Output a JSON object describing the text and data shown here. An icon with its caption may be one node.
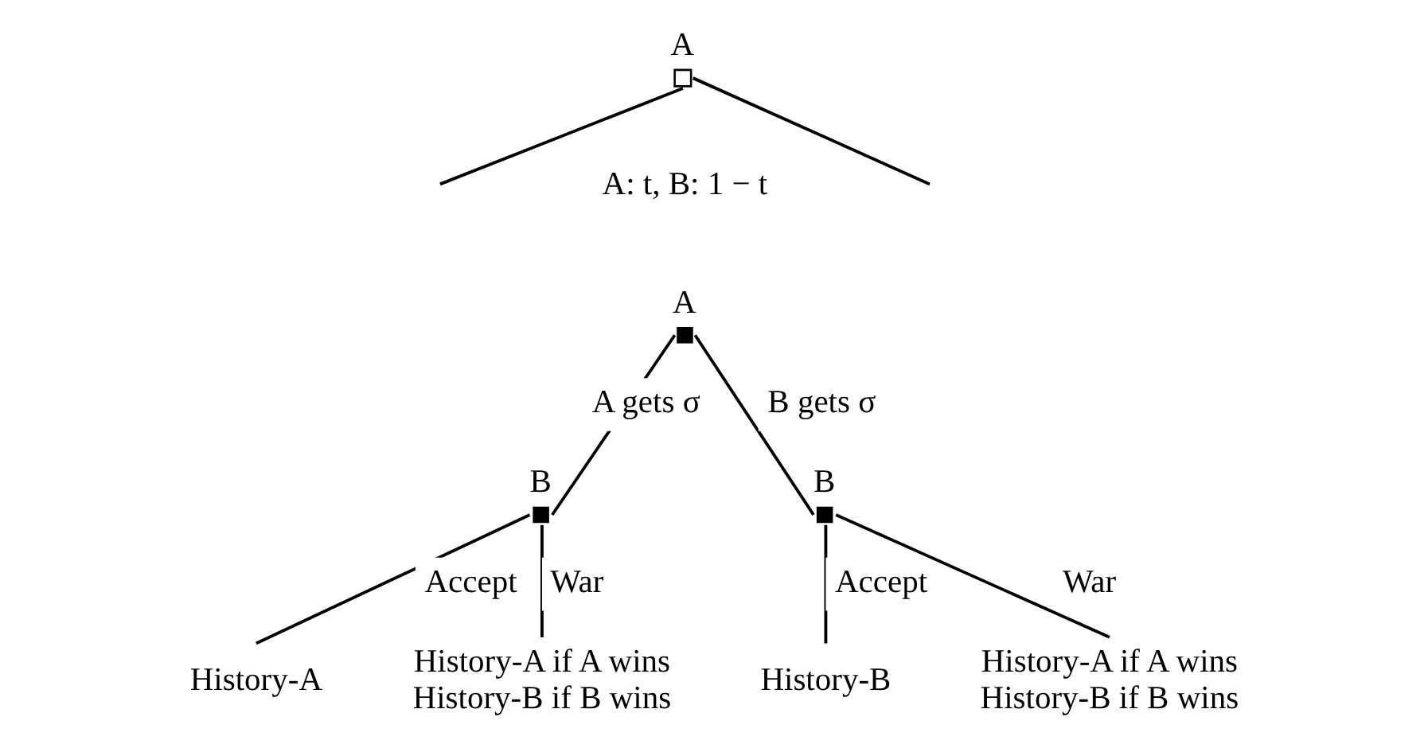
{
  "diagram": {
    "nodes": [
      {
        "text": [
          "A"
        ]
      },
      {
        "text": [
          "A"
        ]
      },
      {
        "text": [
          "B"
        ]
      },
      {
        "text": [
          "B"
        ]
      },
      {
        "text": [
          "History-A"
        ]
      },
      {
        "text": [
          "History-A if A wins",
          "History-B if B wins"
        ]
      },
      {
        "text": [
          "History-B"
        ]
      },
      {
        "text": [
          "History-A if A wins",
          "History-B if B wins"
        ]
      }
    ],
    "edges": [
      {
        "from": 0,
        "to": null,
        "arrow": "none"
      },
      {
        "from": 0,
        "to": null,
        "arrow": "none"
      },
      {
        "from": 1,
        "to": 2,
        "arrow": "none",
        "label": "A gets σ"
      },
      {
        "from": 1,
        "to": 3,
        "arrow": "none",
        "label": "B gets σ"
      },
      {
        "from": 2,
        "to": 4,
        "arrow": "none",
        "label": "Accept"
      },
      {
        "from": 2,
        "to": 5,
        "arrow": "none",
        "label": "War"
      },
      {
        "from": 3,
        "to": 6,
        "arrow": "none",
        "label": "Accept"
      },
      {
        "from": 3,
        "to": 7,
        "arrow": "none",
        "label": "War"
      }
    ],
    "labels": [
      "A: t, B: 1 − t"
    ]
  }
}
